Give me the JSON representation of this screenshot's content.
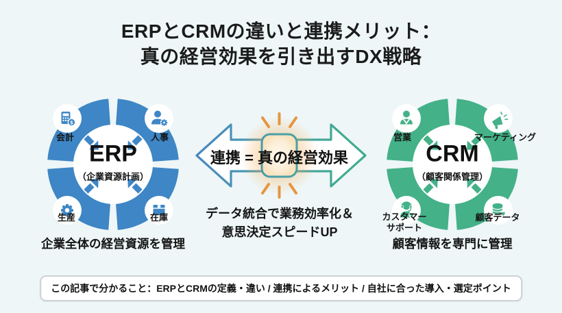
{
  "title": {
    "line1": "ERPとCRMの違いと連携メリット：",
    "line2": "真の経営効果を引き出すDX戦略"
  },
  "erp": {
    "name": "ERP",
    "subtitle": "（企業資源計画）",
    "caption": "企業全体の経営資源を管理",
    "items": [
      {
        "label": "会計",
        "icon": "calculator-coin-icon"
      },
      {
        "label": "人事",
        "icon": "person-gear-icon"
      },
      {
        "label": "生産",
        "icon": "gear-icon"
      },
      {
        "label": "在庫",
        "icon": "box-icon"
      }
    ]
  },
  "crm": {
    "name": "CRM",
    "subtitle": "（顧客関係管理）",
    "caption": "顧客情報を専門に管理",
    "items": [
      {
        "label": "営業",
        "icon": "business-person-icon"
      },
      {
        "label": "マーケティング",
        "icon": "megaphone-icon"
      },
      {
        "label": "カスタマーサポート",
        "label_lines": [
          "カスタマー",
          "サポート"
        ],
        "icon": "headset-support-icon"
      },
      {
        "label": "顧客データ",
        "icon": "database-heart-icon"
      }
    ]
  },
  "connector": {
    "headline": "連携 = 真の経営効果",
    "subtext_line1": "データ統合で業務効率化＆",
    "subtext_line2": "意思決定スピードUP"
  },
  "footer": {
    "banner": "この記事で分かること：ERPとCRMの定義・違い / 連携によるメリット / 自社に合った導入・選定ポイント"
  },
  "colors": {
    "erp_blue": "#3e86c5",
    "crm_green": "#44b188",
    "accent_orange": "#e6953f",
    "background": "#eef6f7"
  }
}
